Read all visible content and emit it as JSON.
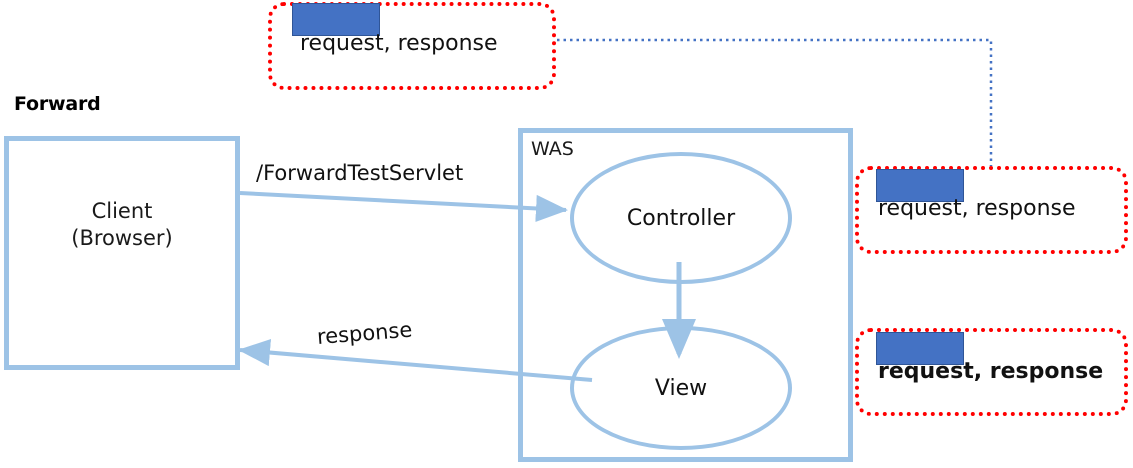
{
  "diagram": {
    "section_title": "Forward",
    "client": {
      "line1": "Client",
      "line2": "(Browser)"
    },
    "was": {
      "label": "WAS",
      "controller": "Controller",
      "view": "View"
    },
    "arrows": {
      "request_label": "/ForwardTestServlet",
      "response_label": "response"
    },
    "callouts": [
      {
        "name": "callout-top",
        "text": "request, response"
      },
      {
        "name": "callout-middle",
        "text": "request, response"
      },
      {
        "name": "callout-bottom",
        "text": "request, response"
      }
    ],
    "colors": {
      "box_outline": "#9DC3E6",
      "callout_outline": "#FF0000",
      "swatch_fill": "#4472C4",
      "connector_dotted": "#4472C4",
      "text": "#111111",
      "background": "#FFFFFF"
    }
  }
}
